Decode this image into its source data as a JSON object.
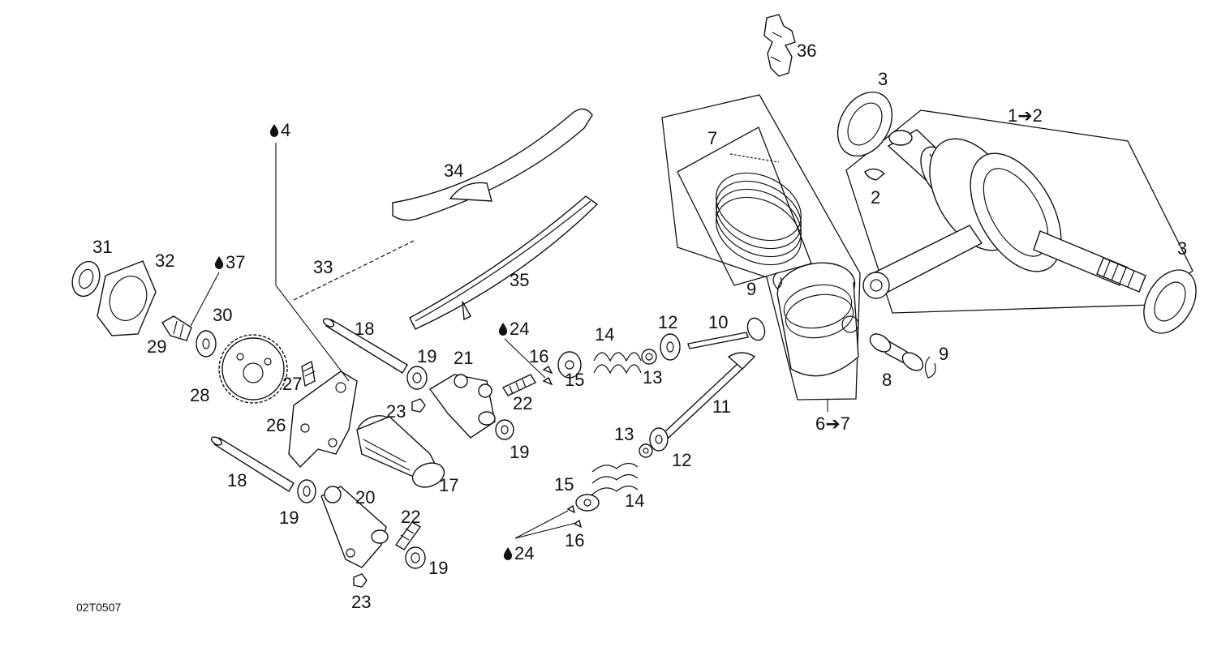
{
  "diagram": {
    "drawing_code": "02T0507",
    "callouts": {
      "c1_2": "1➔2",
      "c2": "2",
      "c3a": "3",
      "c3b": "3",
      "c4": "4",
      "c6_7": "6➔7",
      "c7": "7",
      "c8": "8",
      "c9a": "9",
      "c9b": "9",
      "c10": "10",
      "c11": "11",
      "c12a": "12",
      "c12b": "12",
      "c13a": "13",
      "c13b": "13",
      "c14a": "14",
      "c14b": "14",
      "c15a": "15",
      "c15b": "15",
      "c16a": "16",
      "c16b": "16",
      "c17": "17",
      "c18a": "18",
      "c18b": "18",
      "c19a": "19",
      "c19b": "19",
      "c19c": "19",
      "c19d": "19",
      "c20": "20",
      "c21": "21",
      "c22a": "22",
      "c22b": "22",
      "c23a": "23",
      "c23b": "23",
      "c24a": "24",
      "c24b": "24",
      "c26": "26",
      "c27": "27",
      "c28": "28",
      "c29": "29",
      "c30": "30",
      "c31": "31",
      "c32": "32",
      "c33": "33",
      "c34": "34",
      "c35": "35",
      "c36": "36",
      "c37": "37"
    }
  }
}
